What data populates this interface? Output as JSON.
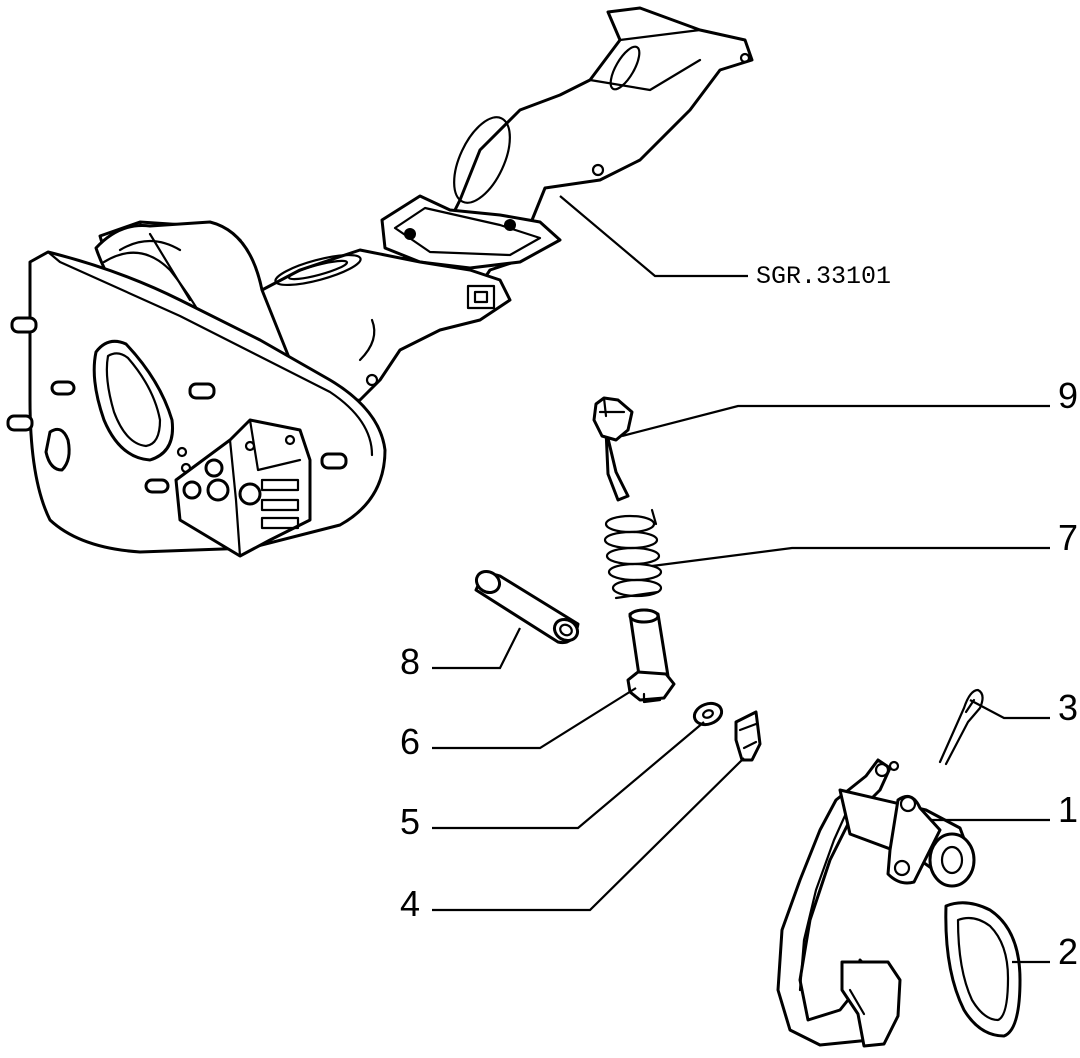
{
  "callouts": {
    "reference": "SGR.33101",
    "c1": "1",
    "c2": "2",
    "c3": "3",
    "c4": "4",
    "c5": "5",
    "c6": "6",
    "c7": "7",
    "c8": "8",
    "c9": "9"
  },
  "colors": {
    "line": "#000000",
    "background": "#ffffff"
  }
}
